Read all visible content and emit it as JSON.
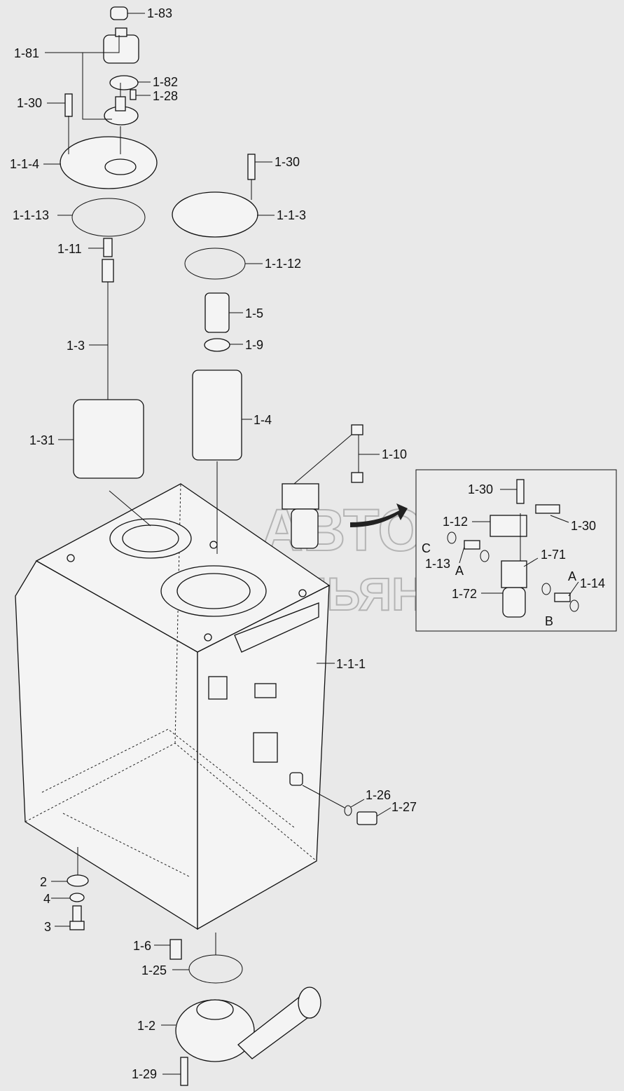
{
  "watermark": {
    "line1": "АВТО",
    "line2": "АЛЬЯНС"
  },
  "labels": {
    "p1_83": "1-83",
    "p1_81": "1-81",
    "p1_82": "1-82",
    "p1_28": "1-28",
    "p1_30_top": "1-30",
    "p1_1_4": "1-1-4",
    "p1_30_mid": "1-30",
    "p1_1_3": "1-1-3",
    "p1_1_13": "1-1-13",
    "p1_1_12": "1-1-12",
    "p1_11": "1-11",
    "p1_5": "1-5",
    "p1_3": "1-3",
    "p1_9": "1-9",
    "p1_4": "1-4",
    "p1_31": "1-31",
    "p1_10": "1-10",
    "p1_30_box_a": "1-30",
    "p1_30_box_b": "1-30",
    "p1_12": "1-12",
    "p1_71": "1-71",
    "p1_13": "1-13",
    "p1_14": "1-14",
    "p1_72": "1-72",
    "port_c": "C",
    "port_a_left": "A",
    "port_a_right": "A",
    "port_b": "B",
    "p1_1_1": "1-1-1",
    "p1_26": "1-26",
    "p1_27": "1-27",
    "p2": "2",
    "p4": "4",
    "p3": "3",
    "p1_6": "1-6",
    "p1_25": "1-25",
    "p1_2": "1-2",
    "p1_29": "1-29"
  }
}
